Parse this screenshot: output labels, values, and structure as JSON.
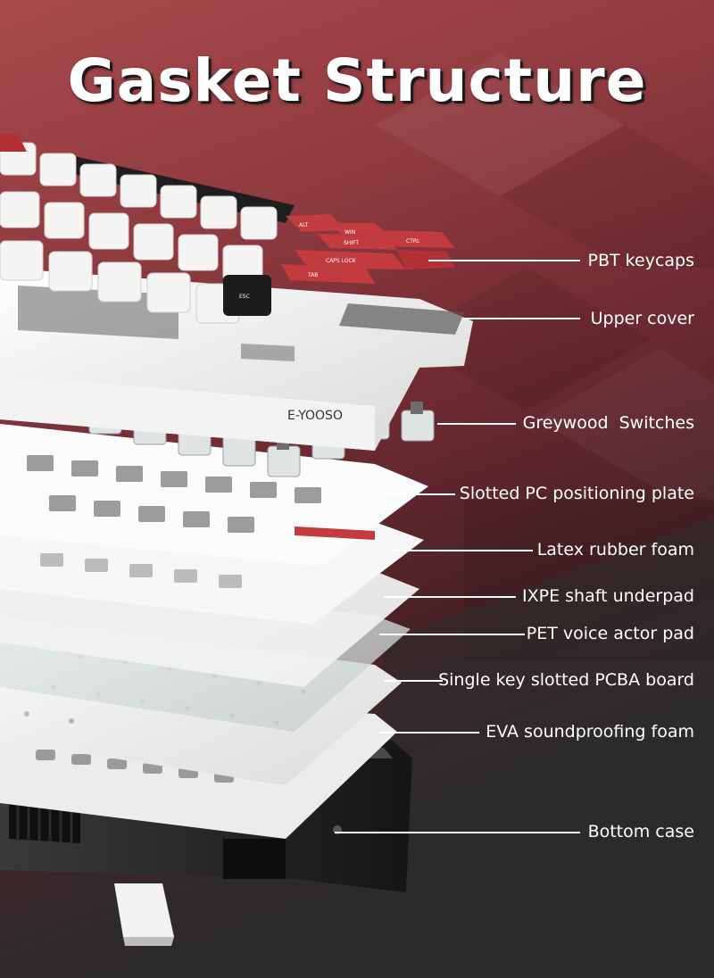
{
  "title": "Gasket Structure",
  "brand": "E-YOOSO",
  "keycap_legends": [
    "ALT",
    "WIN",
    "CTRL",
    "SHIFT",
    "CAPS LOCK",
    "TAB",
    "ESC"
  ],
  "layers": [
    {
      "label": "PBT keycaps"
    },
    {
      "label": "Upper cover"
    },
    {
      "label": "Greywood  Switches"
    },
    {
      "label": "Slotted PC positioning plate"
    },
    {
      "label": "Latex rubber foam"
    },
    {
      "label": "IXPE shaft underpad"
    },
    {
      "label": "PET voice actor pad"
    },
    {
      "label": "Single key slotted PCBA board"
    },
    {
      "label": "EVA soundproofing foam"
    },
    {
      "label": "Bottom case"
    }
  ],
  "colors": {
    "accent": "#c23b3e",
    "keycap_white": "#f4f4f2",
    "case_black": "#1e1e1e",
    "label": "#ffffff"
  }
}
